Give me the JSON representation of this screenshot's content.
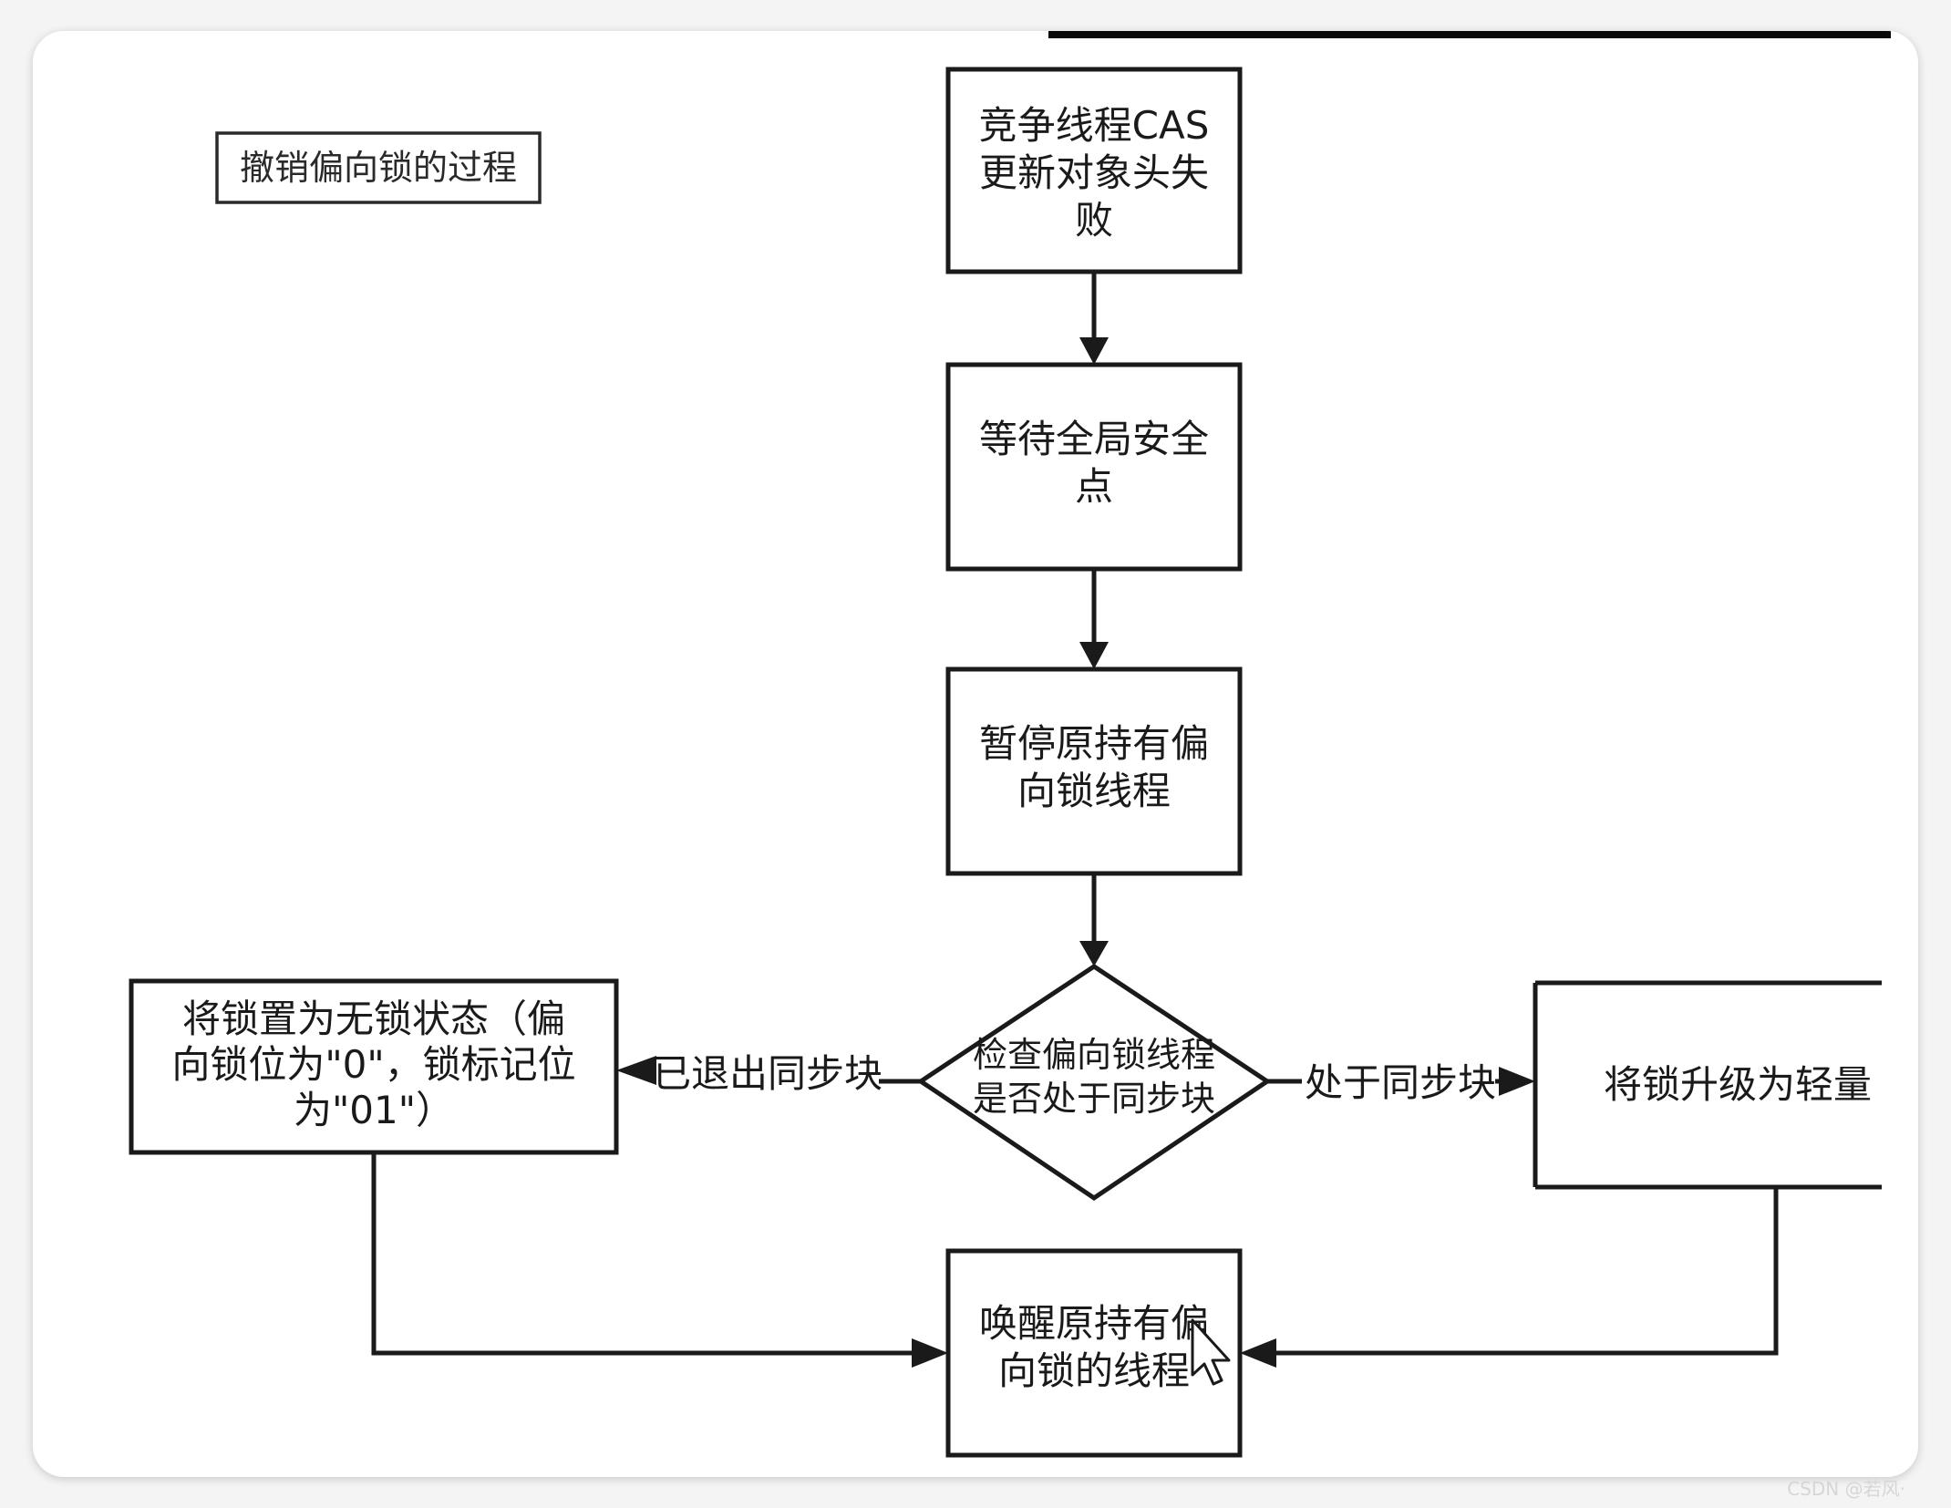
{
  "title": "撤销偏向锁的过程",
  "nodes": {
    "cas_fail": [
      "竞争线程CAS",
      "更新对象头失",
      "败"
    ],
    "wait_safepoint": [
      "等待全局安全",
      "点"
    ],
    "suspend_thread": [
      "暂停原持有偏",
      "向锁线程"
    ],
    "check_sync": [
      "检查偏向锁线程",
      "是否处于同步块"
    ],
    "set_unlocked": [
      "将锁置为无锁状态（偏",
      "向锁位为\"0\"，锁标记位",
      "为\"01\"）"
    ],
    "upgrade_light": [
      "将锁升级为轻量"
    ],
    "wake_thread": [
      "唤醒原持有偏",
      "向锁的线程"
    ]
  },
  "edges": {
    "exited_sync": "已退出同步块",
    "in_sync": "处于同步块"
  },
  "watermark": "CSDN @若风·"
}
